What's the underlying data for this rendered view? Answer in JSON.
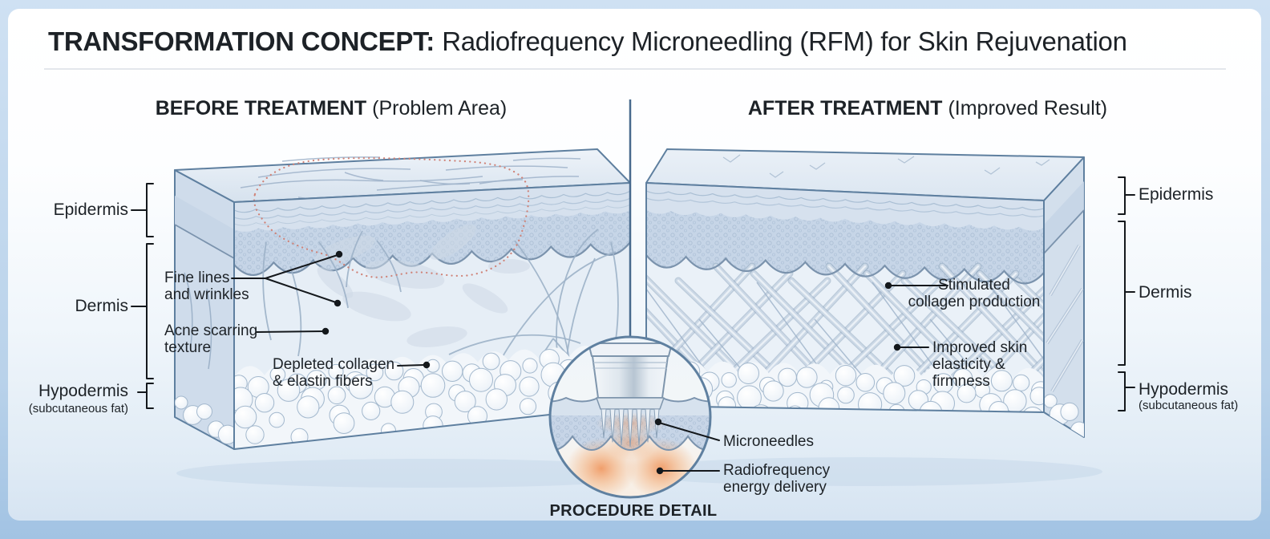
{
  "title": {
    "lead": "TRANSFORMATION CONCEPT:",
    "rest": "Radiofrequency Microneedling (RFM) for Skin Rejuvenation"
  },
  "before": {
    "heading": "BEFORE TREATMENT",
    "qualifier": "(Problem Area)",
    "annotations": {
      "fine_lines": {
        "l1": "Fine lines",
        "l2": "and wrinkles"
      },
      "acne": {
        "l1": "Acne scarring",
        "l2": "texture"
      },
      "depleted": {
        "l1": "Depleted collagen",
        "l2": "& elastin fibers"
      }
    }
  },
  "after": {
    "heading": "AFTER TREATMENT",
    "qualifier": "(Improved Result)",
    "annotations": {
      "stimulated": {
        "l1": "Stimulated",
        "l2": "collagen production"
      },
      "improved": {
        "l1": "Improved skin",
        "l2": "elasticity &",
        "l3": "firmness"
      }
    }
  },
  "layers_left": {
    "epidermis": "Epidermis",
    "dermis": "Dermis",
    "hypodermis": "Hypodermis",
    "hypodermis_sub": "(subcutaneous fat)"
  },
  "layers_right": {
    "epidermis": "Epidermis",
    "dermis": "Dermis",
    "hypodermis": "Hypodermis",
    "hypodermis_sub": "(subcutaneous fat)"
  },
  "inset": {
    "caption": "PROCEDURE DETAIL",
    "microneedles": "Microneedles",
    "rf": {
      "l1": "Radiofrequency",
      "l2": "energy delivery"
    }
  },
  "colors": {
    "frame": "#b9d2ea",
    "outline": "#5e7f9f",
    "problem_outline": "#cf8277",
    "rf_glow": "#ef9055",
    "ink": "#14181c"
  }
}
